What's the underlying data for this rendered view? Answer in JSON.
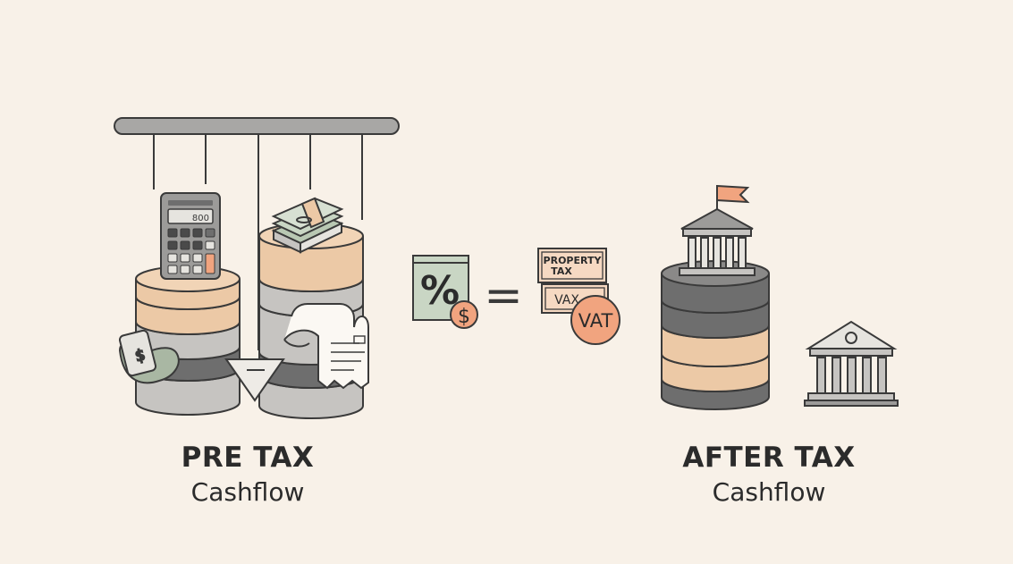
{
  "pre_tax": {
    "title": "PRE TAX",
    "subtitle": "Cashflow"
  },
  "after_tax": {
    "title": "AFTER TAX",
    "subtitle": "Cashflow"
  },
  "calculator": {
    "display": "800"
  },
  "percent_card": {
    "symbol": "%",
    "coin": "$"
  },
  "equals_sign": "=",
  "tax_labels": {
    "property_line1": "PROPERTY",
    "property_line2": "TAX",
    "vax": "VAX",
    "vat": "VAT"
  },
  "phone_symbol": "$",
  "colors": {
    "background": "#f8f1e8",
    "outline": "#3a3a3a",
    "peach": "#ecc9a6",
    "gray_light": "#c6c4c1",
    "gray_dark": "#6e6e6e",
    "green": "#c9d6c4",
    "coral": "#f1a47f"
  },
  "icons": [
    "calculator-icon",
    "cash-stack-icon",
    "phone-dollar-icon",
    "arrow-down-icon",
    "receipt-icon",
    "percent-card-icon",
    "dollar-coin-icon",
    "property-tax-sign-icon",
    "vat-badge-icon",
    "flag-bank-icon",
    "bank-icon"
  ]
}
